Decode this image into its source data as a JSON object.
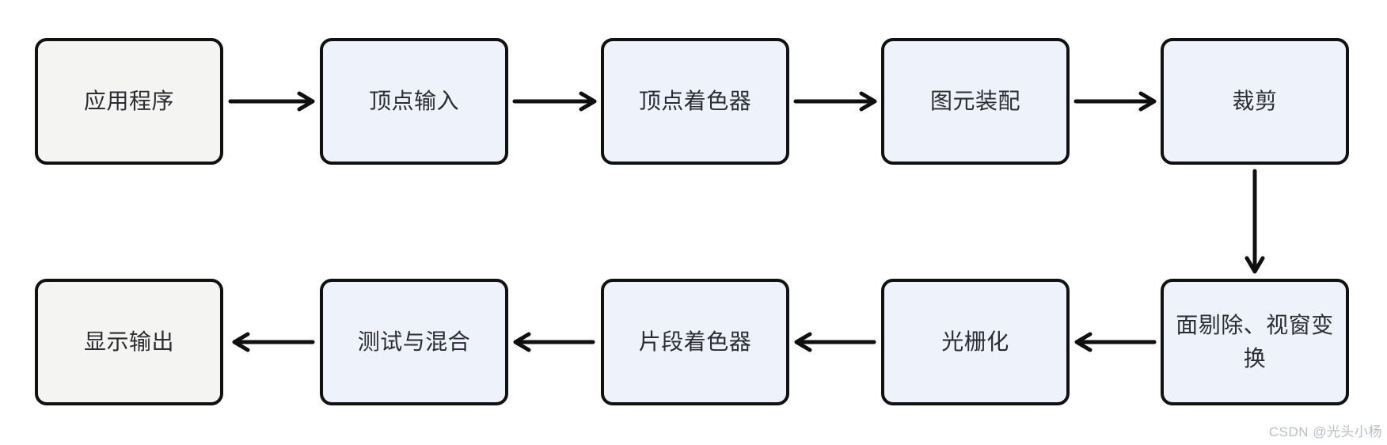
{
  "flow": {
    "nodes": [
      {
        "id": "application",
        "label": "应用程序",
        "variant": "gray"
      },
      {
        "id": "vertex-input",
        "label": "顶点输入",
        "variant": "blue"
      },
      {
        "id": "vertex-shader",
        "label": "顶点着色器",
        "variant": "blue"
      },
      {
        "id": "primitive-assembly",
        "label": "图元装配",
        "variant": "blue"
      },
      {
        "id": "clipping",
        "label": "裁剪",
        "variant": "blue"
      },
      {
        "id": "face-culling-viewport-transform",
        "label": "面剔除、视窗变换",
        "variant": "blue"
      },
      {
        "id": "rasterization",
        "label": "光栅化",
        "variant": "blue"
      },
      {
        "id": "fragment-shader",
        "label": "片段着色器",
        "variant": "blue"
      },
      {
        "id": "testing-blending",
        "label": "测试与混合",
        "variant": "blue"
      },
      {
        "id": "display-output",
        "label": "显示输出",
        "variant": "gray"
      }
    ],
    "edges": [
      {
        "from": "application",
        "to": "vertex-input",
        "direction": "right"
      },
      {
        "from": "vertex-input",
        "to": "vertex-shader",
        "direction": "right"
      },
      {
        "from": "vertex-shader",
        "to": "primitive-assembly",
        "direction": "right"
      },
      {
        "from": "primitive-assembly",
        "to": "clipping",
        "direction": "right"
      },
      {
        "from": "clipping",
        "to": "face-culling-viewport-transform",
        "direction": "down"
      },
      {
        "from": "face-culling-viewport-transform",
        "to": "rasterization",
        "direction": "left"
      },
      {
        "from": "rasterization",
        "to": "fragment-shader",
        "direction": "left"
      },
      {
        "from": "fragment-shader",
        "to": "testing-blending",
        "direction": "left"
      },
      {
        "from": "testing-blending",
        "to": "display-output",
        "direction": "left"
      }
    ],
    "watermark": "CSDN @光头小杨"
  },
  "colors": {
    "background": "#ffffff",
    "node_fill_blue": "#edf2fb",
    "node_fill_gray": "#f4f4f2",
    "node_border": "#111111",
    "node_text": "#2b2c31",
    "arrow": "#0f0f0f",
    "watermark_text": "#b9bdc6"
  }
}
